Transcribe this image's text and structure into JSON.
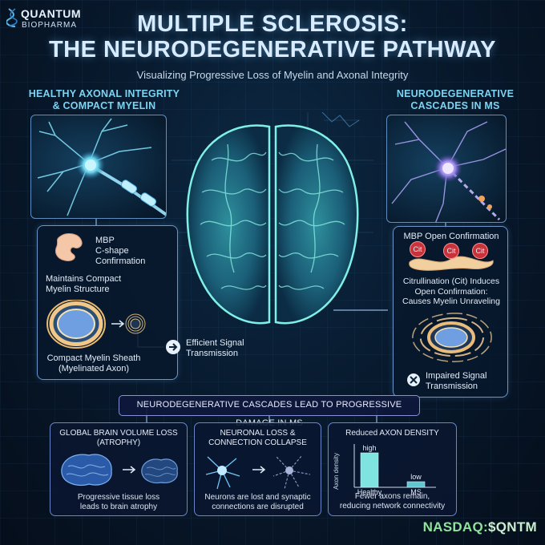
{
  "logo": {
    "name": "QUANTUM",
    "sub": "BIOPHARMA",
    "icon": "dna-icon"
  },
  "header": {
    "title_line1": "MULTIPLE SCLEROSIS:",
    "title_line2": "THE NEURODEGENERATIVE PATHWAY",
    "subtitle": "Visualizing Progressive Loss of Myelin and Axonal Integrity"
  },
  "left": {
    "heading_line1": "HEALTHY AXONAL INTEGRITY",
    "heading_line2": "& COMPACT MYELIN",
    "mbp_line1": "MBP",
    "mbp_line2": "C-shape",
    "mbp_line3": "Confirmation",
    "maintains_line1": "Maintains Compact",
    "maintains_line2": "Myelin Structure",
    "sheath_line1": "Compact Myelin Sheath",
    "sheath_line2": "(Myelinated Axon)",
    "signal_line1": "Efficient Signal",
    "signal_line2": "Transmission",
    "signal_icon": "arrow-right-circle-icon"
  },
  "right": {
    "heading_line1": "NEURODEGENERATIVE",
    "heading_line2": "CASCADES IN MS",
    "mbp_open": "MBP Open Confirmation",
    "cit_label": "Cit",
    "citr_line1": "Citrullination (Cit) Induces",
    "citr_line2": "Open Confirmation:",
    "citr_line3": "Causes Myelin Unraveling",
    "impaired_line1": "Impaired Signal",
    "impaired_line2": "Transmission",
    "impaired_icon": "x-circle-icon"
  },
  "banner": "NEURODEGENERATIVE CASCADES LEAD TO PROGRESSIVE DAMAGE IN MS",
  "boxes": {
    "atrophy": {
      "title_line1": "GLOBAL BRAIN VOLUME LOSS",
      "title_line2": "(ATROPHY)",
      "desc_line1": "Progressive tissue loss",
      "desc_line2": "leads to brain atrophy"
    },
    "neuronal": {
      "title_line1": "NEURONAL LOSS &",
      "title_line2": "CONNECTION COLLAPSE",
      "desc_line1": "Neurons are lost and synaptic",
      "desc_line2": "connections are disrupted"
    },
    "axon": {
      "title": "Reduced AXON DENSITY",
      "ylabel": "Axon density",
      "desc_line1": "Fewer axons remain,",
      "desc_line2": "reducing network connectivity"
    }
  },
  "chart_data": {
    "type": "bar",
    "categories": [
      "Healthy",
      "MS"
    ],
    "values": [
      0.86,
      0.14
    ],
    "value_labels": [
      "high",
      "low"
    ],
    "ylabel": "Axon density",
    "ylim": [
      0,
      1
    ],
    "colors": [
      "#7fe3df",
      "#5fc7cf"
    ]
  },
  "ticker": {
    "prefix": "NASDAQ:",
    "symbol": "$QNTM"
  },
  "colors": {
    "accent_cyan": "#7cd3f2",
    "panel_border": "#6b95c7",
    "banner_border": "#8a8fd8",
    "cit_red": "#c8323a",
    "ticker_green": "#8fe39b"
  }
}
